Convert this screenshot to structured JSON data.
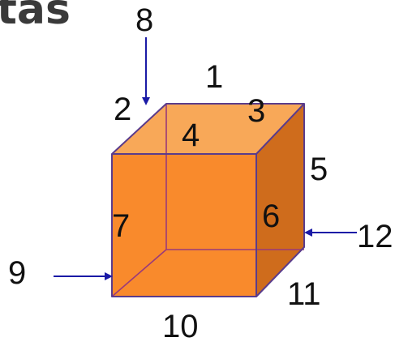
{
  "heading": {
    "text": "tas"
  },
  "cube": {
    "colors": {
      "front": "#f98a2c",
      "top": "#f8a858",
      "side": "#cf6c1c",
      "edge": "#5a3c8c",
      "hidden_edge": "#9a3a7a",
      "arrow": "#1a1aa6"
    },
    "edge_labels": [
      "1",
      "2",
      "3",
      "4",
      "5",
      "6",
      "7",
      "8",
      "9",
      "10",
      "11",
      "12"
    ]
  }
}
